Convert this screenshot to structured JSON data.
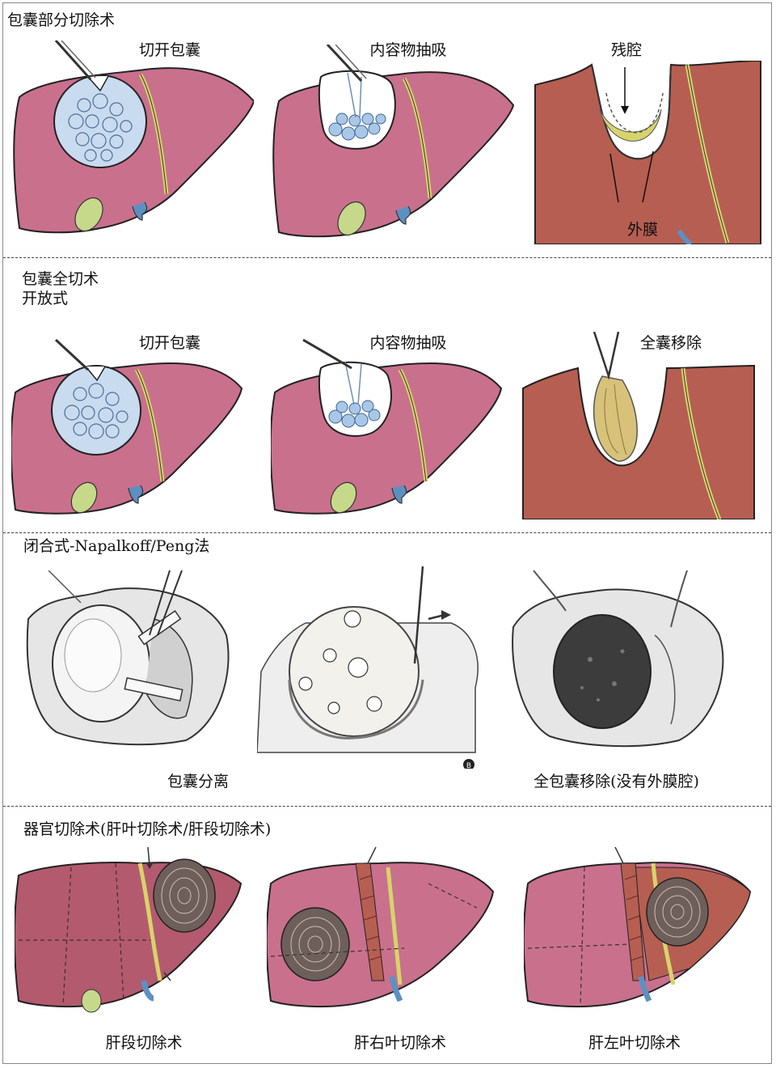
{
  "section1": {
    "title": "包囊部分切除术",
    "captions": [
      "切开包囊",
      "内容物抽吸",
      "残腔"
    ],
    "annotation": "外膜"
  },
  "section2": {
    "title": "包囊全切术",
    "subtitle": "开放式",
    "captions": [
      "切开包囊",
      "内容物抽吸",
      "全囊移除"
    ]
  },
  "section3": {
    "title": "闭合式-Napalkoff/Peng法",
    "captions": [
      "包囊分离",
      "全包囊移除(没有外膜腔)"
    ],
    "panel_marker": "B"
  },
  "section4": {
    "title": "器官切除术(肝叶切除术/肝段切除术)",
    "captions": [
      "肝段切除术",
      "肝右叶切除术",
      "肝左叶切除术"
    ]
  },
  "colors": {
    "liver": "#c9708d",
    "liver_dark": "#b45a6e",
    "liver_brown": "#b65e52",
    "cyst": "#a9c8e8",
    "ligament": "#d8d36a",
    "vessel": "#5d90c2",
    "gallbladder": "#c6d98a",
    "cyst_wall": "#d8c27a"
  }
}
